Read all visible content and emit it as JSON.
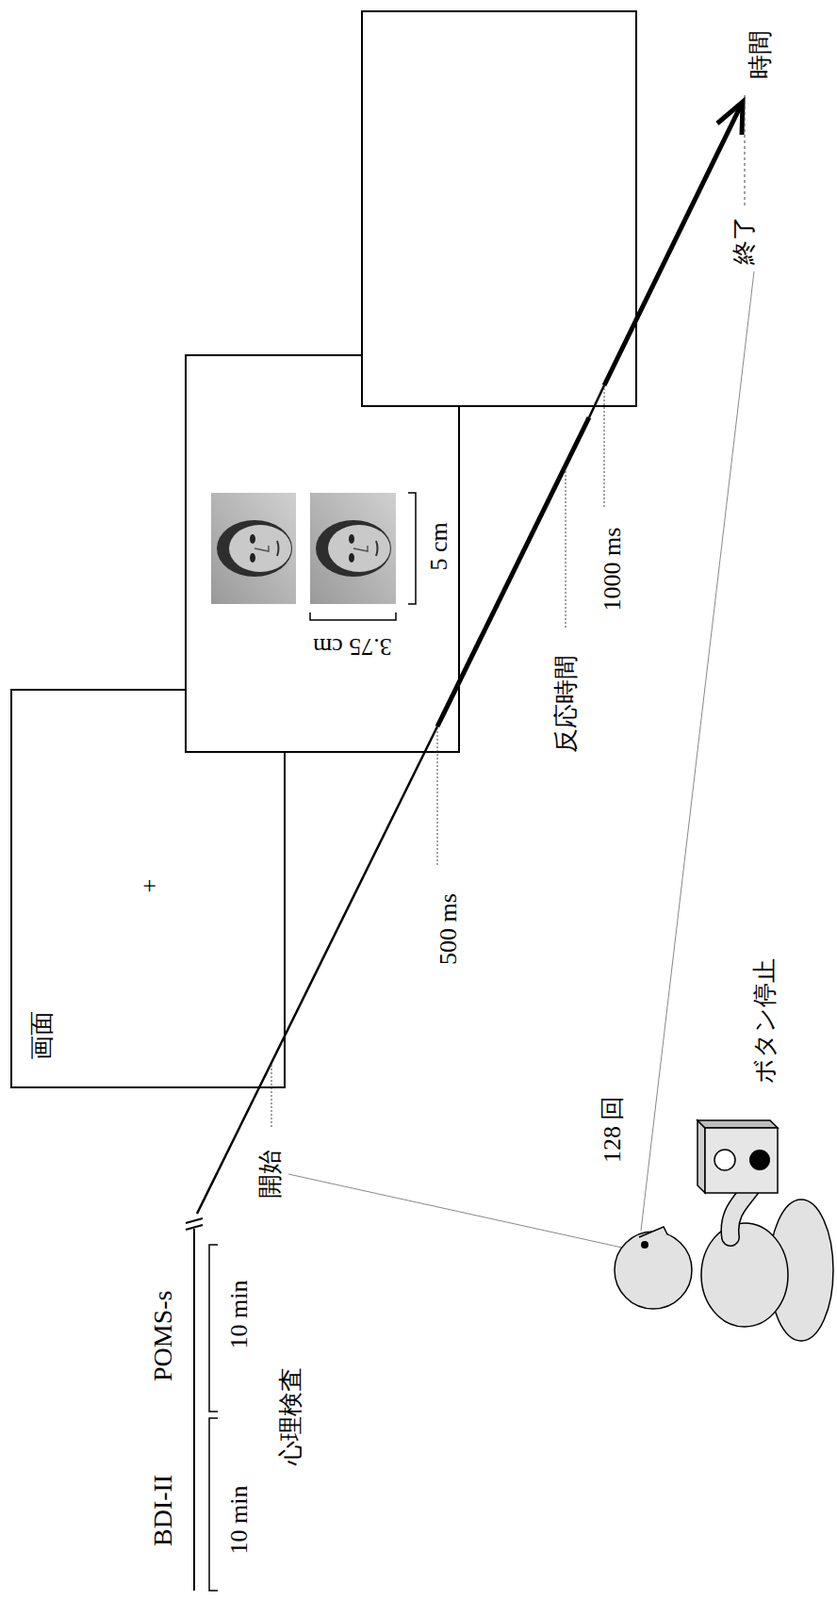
{
  "diagram": {
    "nodes": [
      {
        "text": [
          "画面",
          "+"
        ]
      }
    ],
    "labels": [
      "BDI-II",
      "POMS-s",
      "10 min",
      "10 min",
      "心理検査",
      "開始",
      "500 ms",
      "3.75 cm",
      "5 cm",
      "反応時間",
      "1000 ms",
      "終了",
      "時間",
      "128 回",
      "ボタン停止"
    ]
  }
}
